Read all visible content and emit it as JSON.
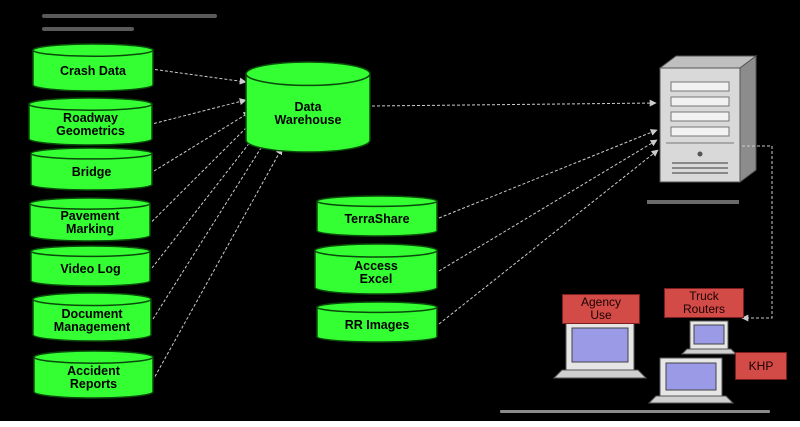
{
  "sources": [
    {
      "id": "crash",
      "label": "Crash Data"
    },
    {
      "id": "roadway",
      "label": "Roadway\nGeometrics"
    },
    {
      "id": "bridge",
      "label": "Bridge"
    },
    {
      "id": "pavement",
      "label": "Pavement\nMarking"
    },
    {
      "id": "video",
      "label": "Video Log"
    },
    {
      "id": "document",
      "label": "Document\nManagement"
    },
    {
      "id": "accident",
      "label": "Accident\nReports"
    }
  ],
  "warehouse": {
    "label": "Data\nWarehouse"
  },
  "middle_sources": [
    {
      "id": "terrashare",
      "label": "TerraShare"
    },
    {
      "id": "access",
      "label": "Access\nExcel"
    },
    {
      "id": "rr",
      "label": "RR Images"
    }
  ],
  "users": {
    "agency": "Agency\nUse",
    "truck": "Truck\nRouters",
    "khp": "KHP"
  },
  "colors": {
    "background": "#000000",
    "cylinder": "#33ff33",
    "cylinder_outline": "#0a4a0a",
    "user_box": "#d24b47",
    "arrow": "#cccccc"
  }
}
